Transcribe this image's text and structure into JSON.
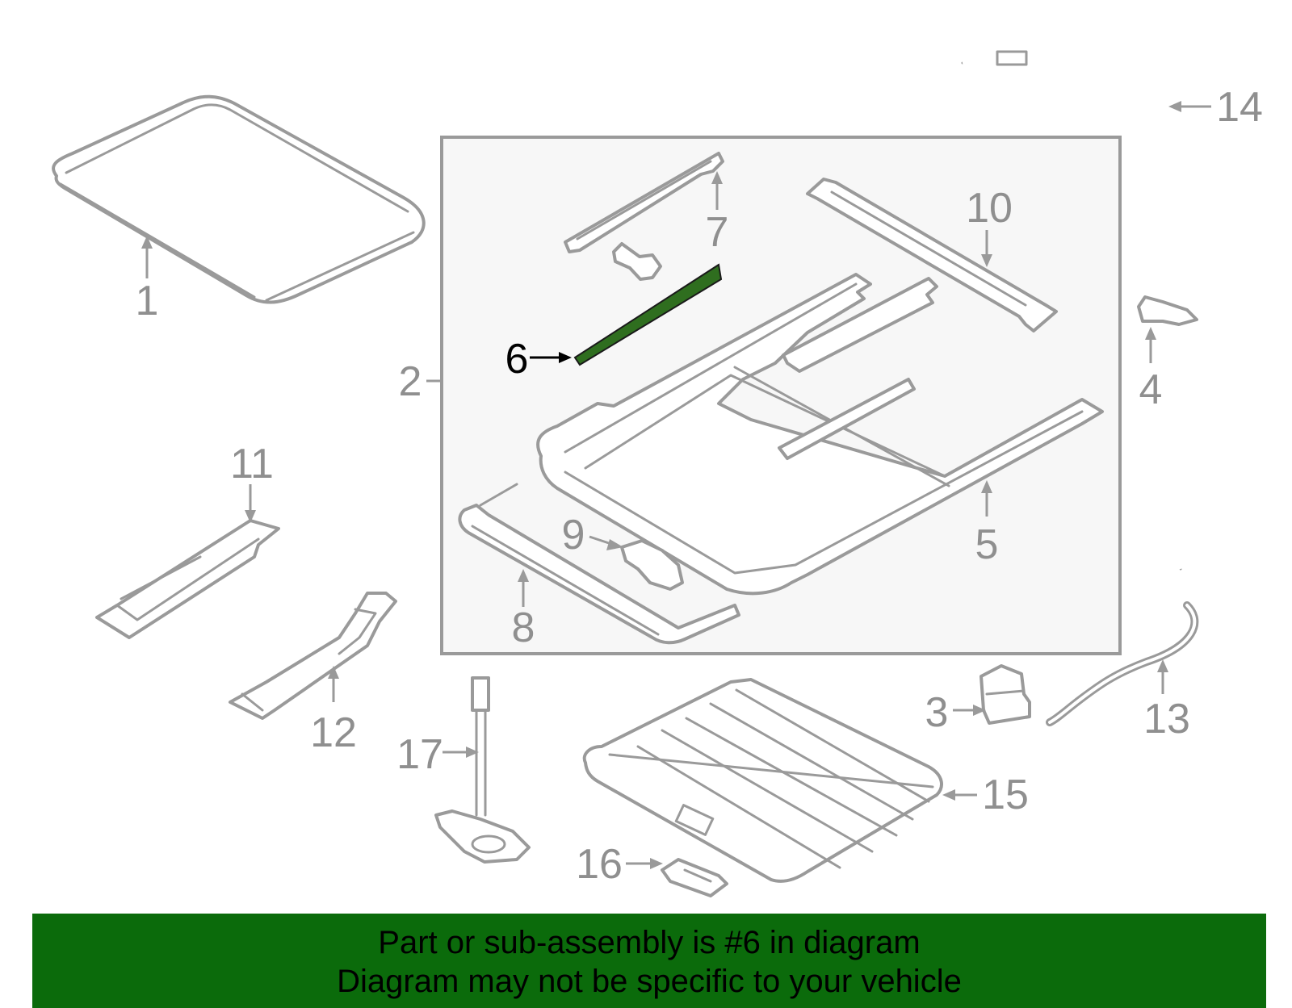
{
  "diagram": {
    "highlight_color": "#2f6e1f",
    "outline_color": "#9a9a9a",
    "callouts": {
      "c1": "1",
      "c2": "2",
      "c3": "3",
      "c4": "4",
      "c5": "5",
      "c6": "6",
      "c7": "7",
      "c8": "8",
      "c9": "9",
      "c10": "10",
      "c11": "11",
      "c12": "12",
      "c13": "13",
      "c14": "14",
      "c15": "15",
      "c16": "16",
      "c17": "17"
    },
    "highlighted_part": "6"
  },
  "banner": {
    "color": "#0b6b0b",
    "line1": "Part or sub-assembly is #6 in diagram",
    "line2": "Diagram may not be specific to your vehicle"
  }
}
